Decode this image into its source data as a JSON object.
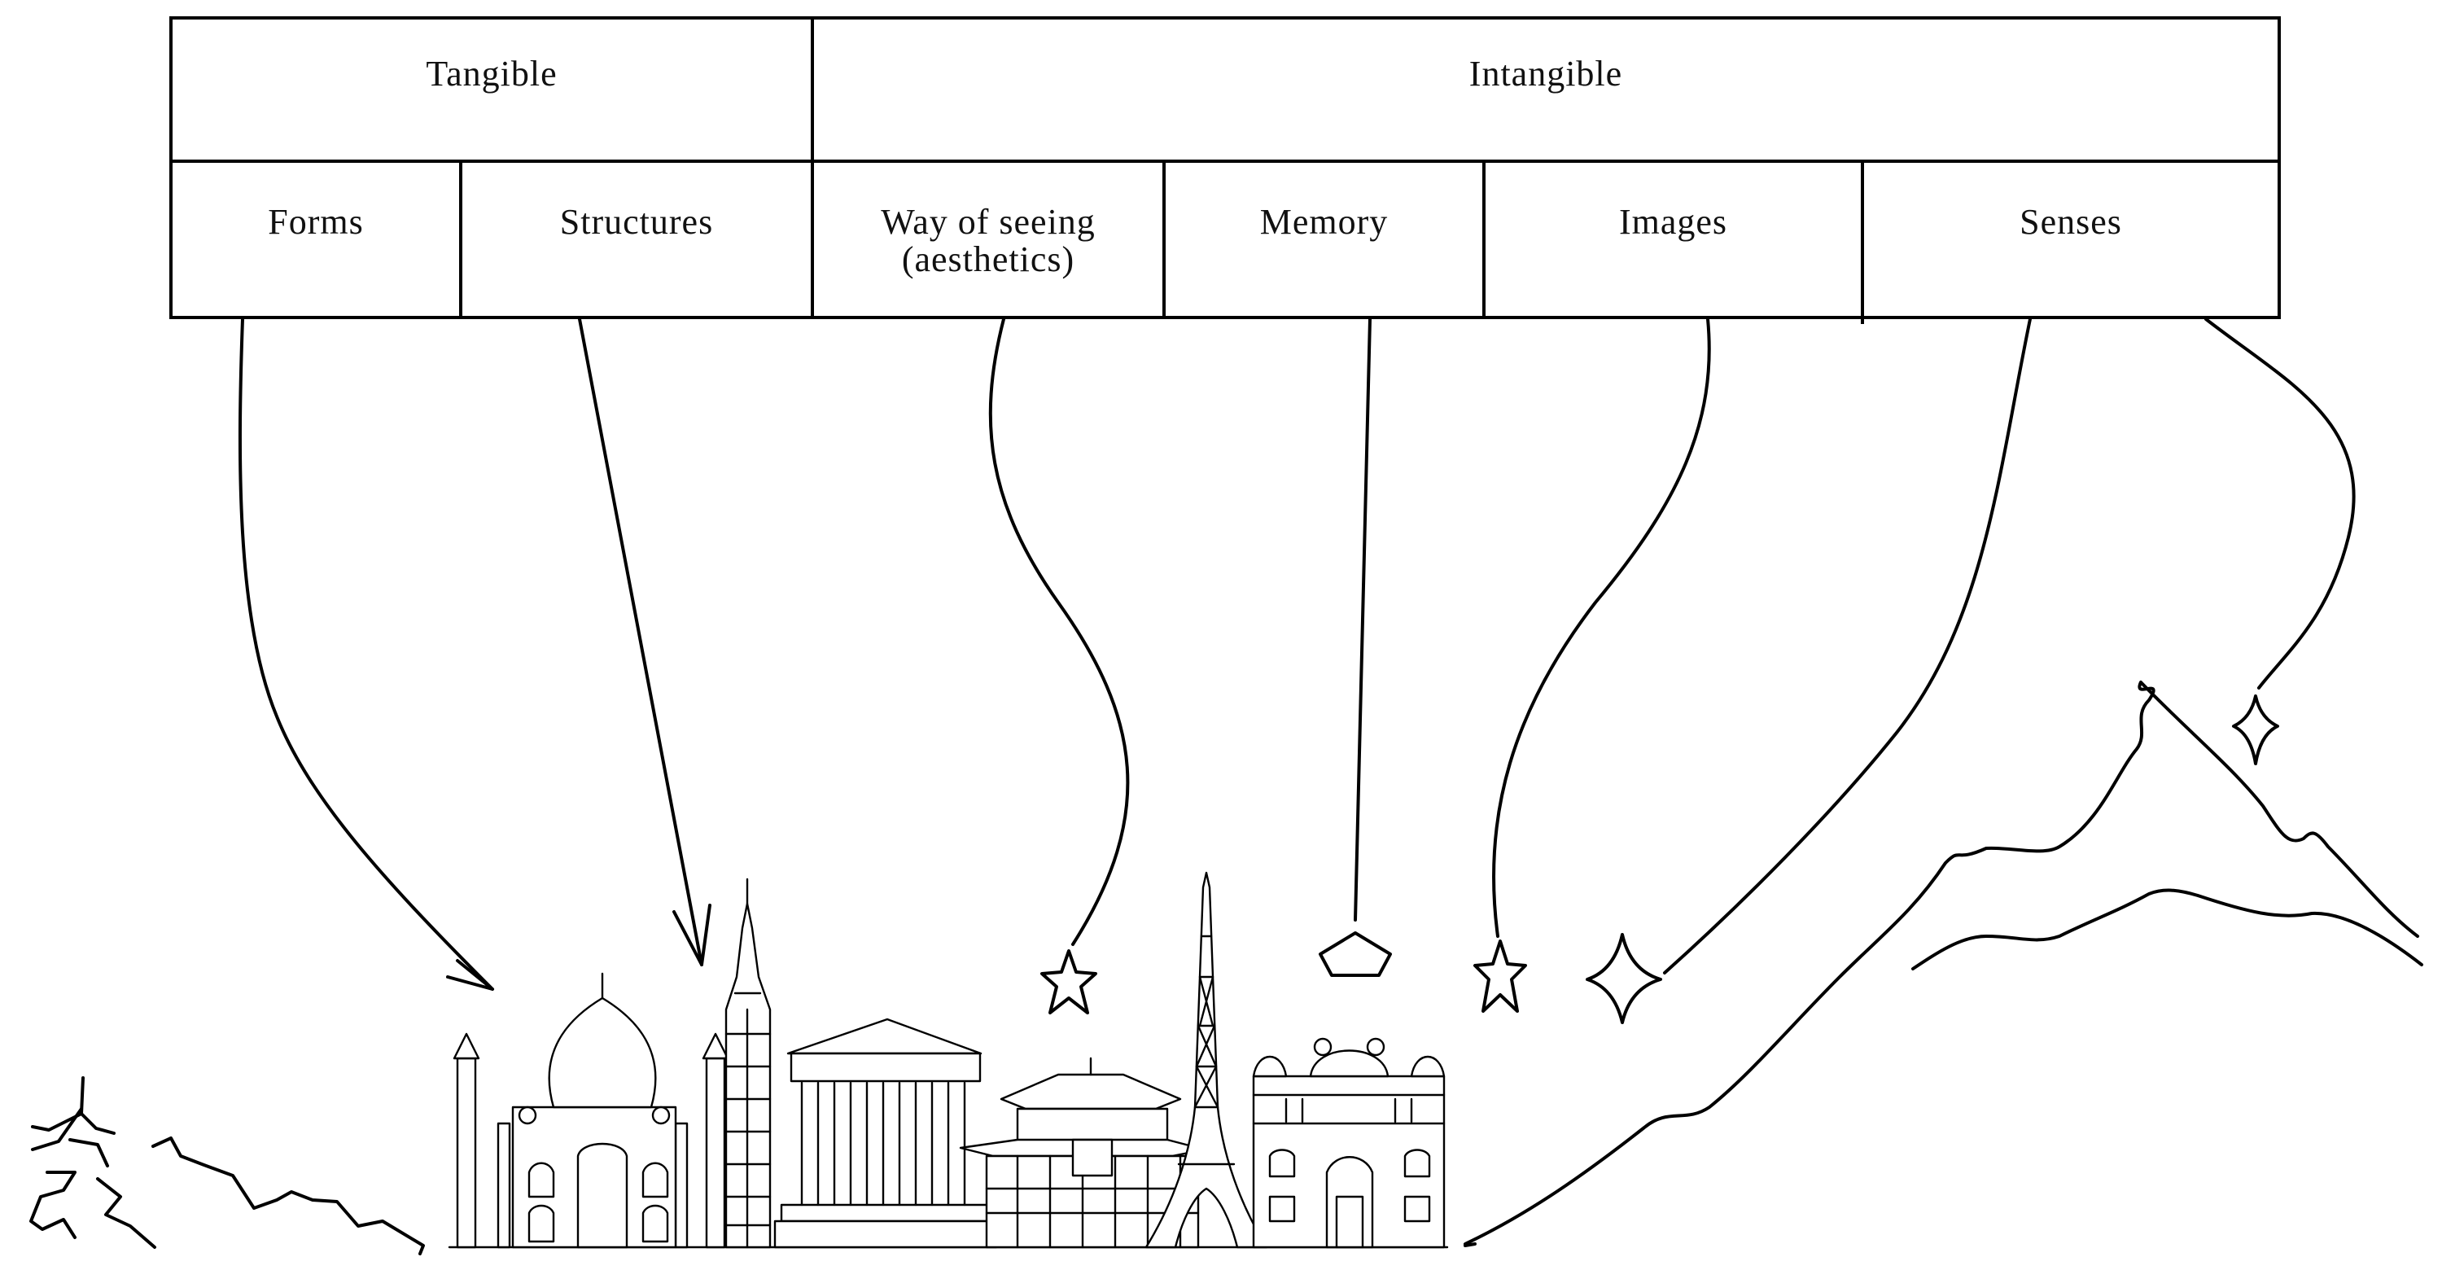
{
  "table": {
    "groups": {
      "tangible": "Tangible",
      "intangible": "Intangible"
    },
    "columns": {
      "forms": "Forms",
      "structures": "Structures",
      "way_of_seeing": "Way of seeing\n(aesthetics)",
      "memory": "Memory",
      "images": "Images",
      "senses": "Senses"
    }
  },
  "icons": {
    "arrowheads": "open-arrowhead",
    "markers": [
      "star",
      "pentagon",
      "star",
      "four-point-star",
      "four-point-star"
    ],
    "skyline": [
      "taj-mahal",
      "pagoda-tower",
      "parthenon",
      "japanese-pagoda",
      "eiffel-tower",
      "mughal-palace"
    ],
    "landscape": [
      "pine-trees",
      "hills",
      "mountains"
    ]
  }
}
